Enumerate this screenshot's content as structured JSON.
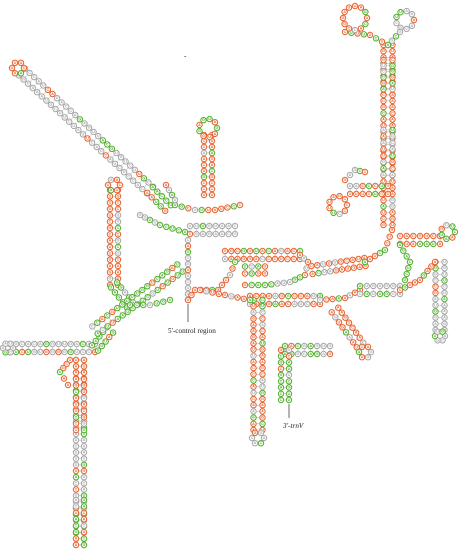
{
  "labels": {
    "control_region": "5'-control region",
    "trnv": "3'-trnV",
    "dash": "-"
  },
  "colors": {
    "orange": "#e8602c",
    "green": "#4fae2a",
    "gray": "#a6a6a6",
    "backbone": "#b0b0b0",
    "line": "#444444"
  },
  "legend_key": [
    "orange",
    "green",
    "gray"
  ]
}
